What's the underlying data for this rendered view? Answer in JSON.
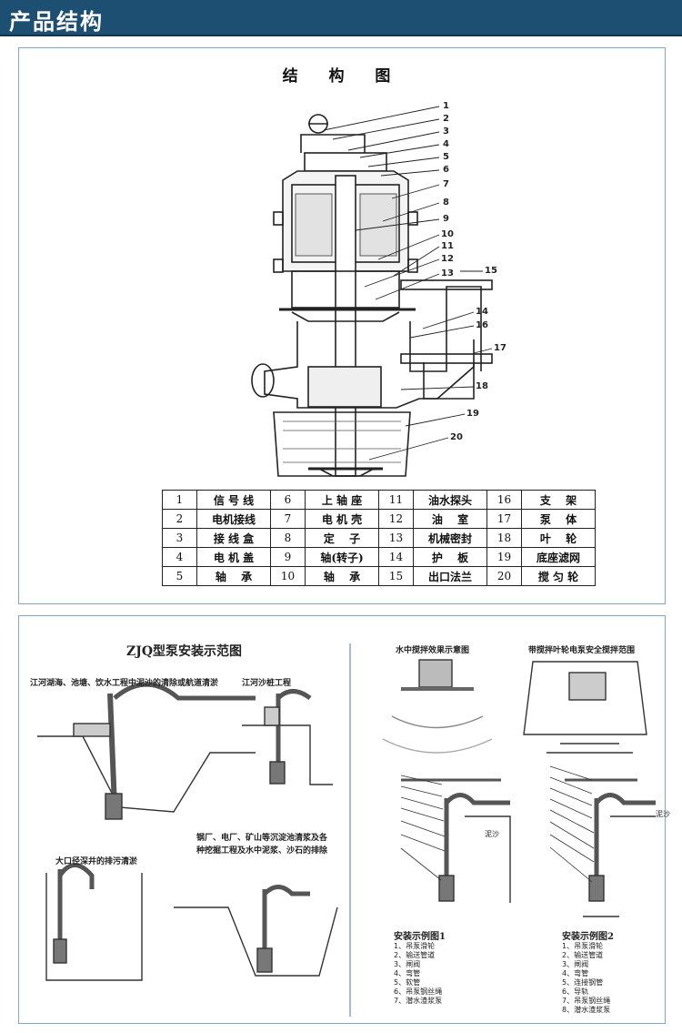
{
  "header": {
    "title": "产品结构"
  },
  "structure": {
    "title": "结 构 图",
    "callout_numbers": [
      "1",
      "2",
      "3",
      "4",
      "5",
      "6",
      "7",
      "8",
      "9",
      "10",
      "11",
      "12",
      "13",
      "14",
      "15",
      "16",
      "17",
      "18",
      "19",
      "20"
    ],
    "parts_table": [
      [
        {
          "n": "1",
          "name": "信 号 线"
        },
        {
          "n": "6",
          "name": "上 轴 座"
        },
        {
          "n": "11",
          "name": "油水探头"
        },
        {
          "n": "16",
          "name": "支　 架"
        }
      ],
      [
        {
          "n": "2",
          "name": "电机接线"
        },
        {
          "n": "7",
          "name": "电 机 壳"
        },
        {
          "n": "12",
          "name": "油　 室"
        },
        {
          "n": "17",
          "name": "泵　 体"
        }
      ],
      [
        {
          "n": "3",
          "name": "接 线 盒"
        },
        {
          "n": "8",
          "name": "定　 子"
        },
        {
          "n": "13",
          "name": "机械密封"
        },
        {
          "n": "18",
          "name": "叶　 轮"
        }
      ],
      [
        {
          "n": "4",
          "name": "电 机 盖"
        },
        {
          "n": "9",
          "name": "轴(转子)"
        },
        {
          "n": "14",
          "name": "护　 板"
        },
        {
          "n": "19",
          "name": "底座滤网"
        }
      ],
      [
        {
          "n": "5",
          "name": "轴　 承"
        },
        {
          "n": "10",
          "name": "轴　 承"
        },
        {
          "n": "15",
          "name": "出口法兰"
        },
        {
          "n": "20",
          "name": "搅 匀 轮"
        }
      ]
    ]
  },
  "installation": {
    "main_title": "ZJQ型泵安装示范图",
    "scene1": "江河湖海、池塘、饮水工程中泥沙的清除或航道清淤",
    "scene2": "江河沙桩工程",
    "scene3": "大口径深井的排污清淤",
    "scene4_line1": "钢厂、电厂、矿山等沉淀池清浆及各",
    "scene4_line2": "种挖掘工程及水中泥浆、沙石的排除",
    "scene5": "水中搅拌效果示意图",
    "scene6": "带搅拌叶轮电泵安全搅拌范围",
    "mud_label": "泥沙",
    "example1": {
      "title": "安装示例图1",
      "items": [
        "1、吊泵滑轮",
        "2、输送管道",
        "3、闸阀",
        "4、弯管",
        "5、软管",
        "6、吊泵钢丝绳",
        "7、潜水渣浆泵"
      ]
    },
    "example2": {
      "title": "安装示例图2",
      "items": [
        "1、吊泵滑轮",
        "2、输送管道",
        "3、闸阀",
        "4、弯管",
        "5、连接钢管",
        "6、导轨",
        "7、吊泵钢丝绳",
        "8、潜水渣浆泵"
      ]
    }
  }
}
